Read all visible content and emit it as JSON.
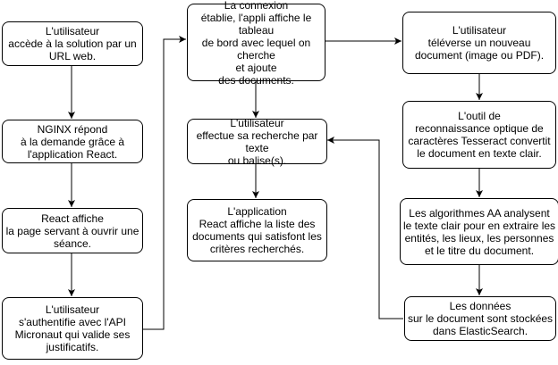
{
  "diagram": {
    "line_color": "#000000",
    "box_border_color": "#000000",
    "background": "#ffffff",
    "nodes": [
      {
        "id": "n1",
        "text": "L'utilisateur\naccède à la solution par un\nURL web."
      },
      {
        "id": "n2",
        "text": "NGINX répond\nà la demande grâce à\nl'application React."
      },
      {
        "id": "n3",
        "text": "React affiche\nla page servant à ouvrir une\nséance."
      },
      {
        "id": "n4",
        "text": "L'utilisateur\ns'authentifie avec l'API\nMicronaut qui valide ses\njustificatifs."
      },
      {
        "id": "n5",
        "text": "La connexion\nétablie, l'appli affiche le tableau\nde bord avec lequel on cherche\net ajoute\ndes documents."
      },
      {
        "id": "n6",
        "text": "L'utilisateur\neffectue sa recherche par texte\nou balise(s)."
      },
      {
        "id": "n7",
        "text": "L'application\nReact affiche la liste des\ndocuments qui satisfont les\ncritères recherchés."
      },
      {
        "id": "n8",
        "text": "L'utilisateur\ntéléverse un nouveau\ndocument (image ou PDF)."
      },
      {
        "id": "n9",
        "text": "L'outil de\nreconnaissance optique de\ncaractères Tesseract convertit\nle document en texte clair."
      },
      {
        "id": "n10",
        "text": "Les algorithmes AA analysent\nle texte clair pour en extraire les\nentités, les lieux, les personnes\net le titre du document."
      },
      {
        "id": "n11",
        "text": "Les données\nsur le document sont stockées\ndans ElasticSearch."
      }
    ]
  }
}
